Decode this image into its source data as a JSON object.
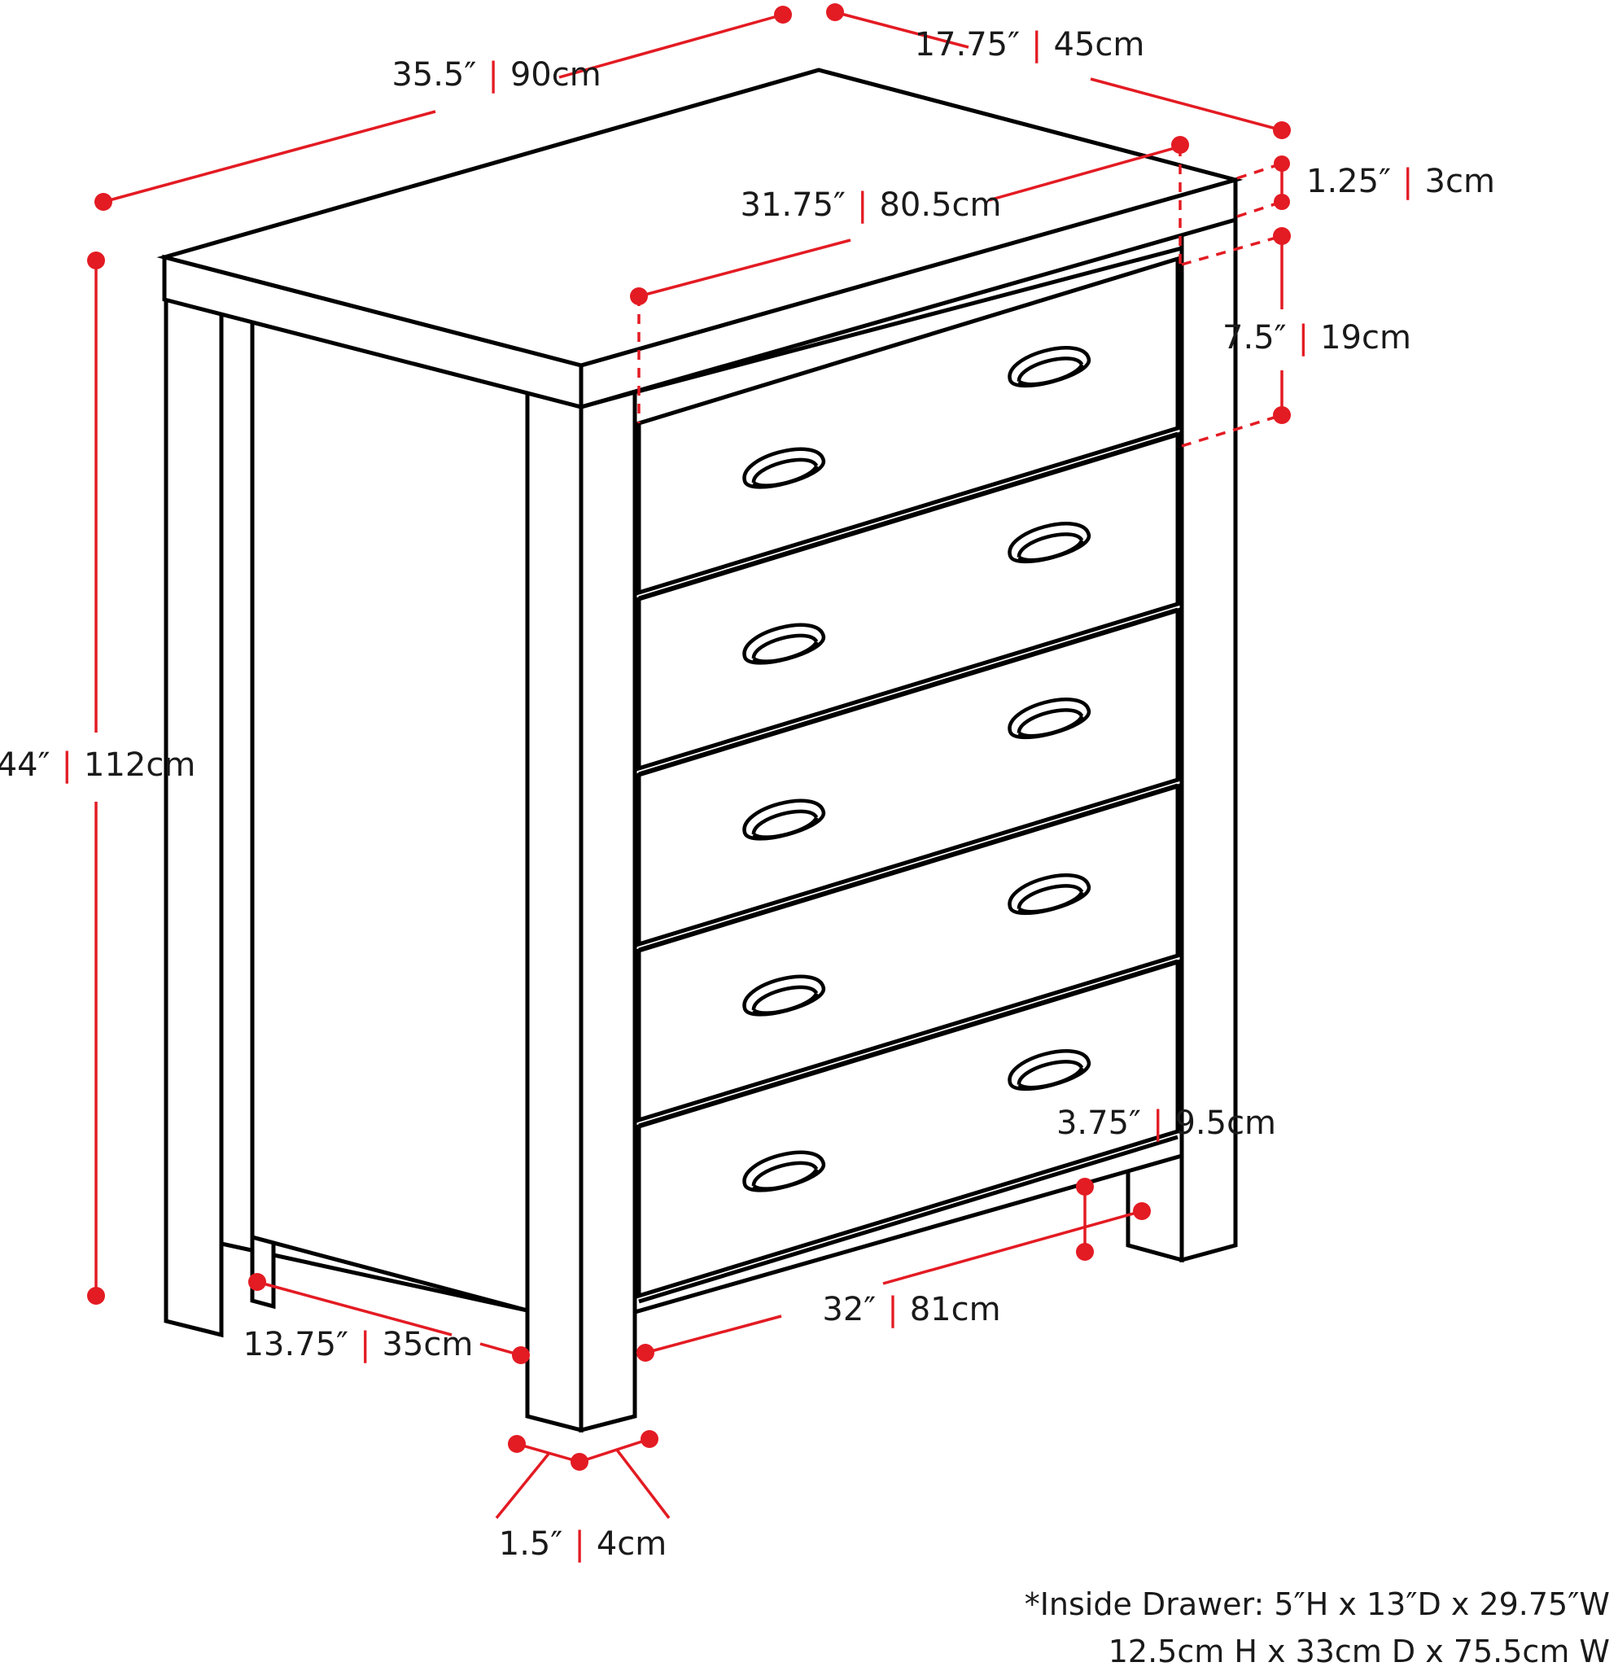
{
  "colors": {
    "accent": "#e31b23",
    "line": "#000000",
    "text": "#1a1a1a",
    "background": "#ffffff"
  },
  "dimensions": {
    "overall_width": {
      "imperial": "35.5″",
      "metric": "90cm"
    },
    "overall_depth": {
      "imperial": "17.75″",
      "metric": "45cm"
    },
    "top_thickness": {
      "imperial": "1.25″",
      "metric": "3cm"
    },
    "drawer_front_width": {
      "imperial": "31.75″",
      "metric": "80.5cm"
    },
    "drawer_height": {
      "imperial": "7.5″",
      "metric": "19cm"
    },
    "overall_height": {
      "imperial": "44″",
      "metric": "112cm"
    },
    "floor_clearance": {
      "imperial": "3.75″",
      "metric": "9.5cm"
    },
    "inner_width": {
      "imperial": "32″",
      "metric": "81cm"
    },
    "inner_depth": {
      "imperial": "13.75″",
      "metric": "35cm"
    },
    "leg_width": {
      "imperial": "1.5″",
      "metric": "4cm"
    }
  },
  "separator": "|",
  "note": {
    "line1": "*Inside Drawer: 5″H x 13″D x 29.75″W",
    "line2": "12.5cm H x 33cm D x 75.5cm W"
  }
}
